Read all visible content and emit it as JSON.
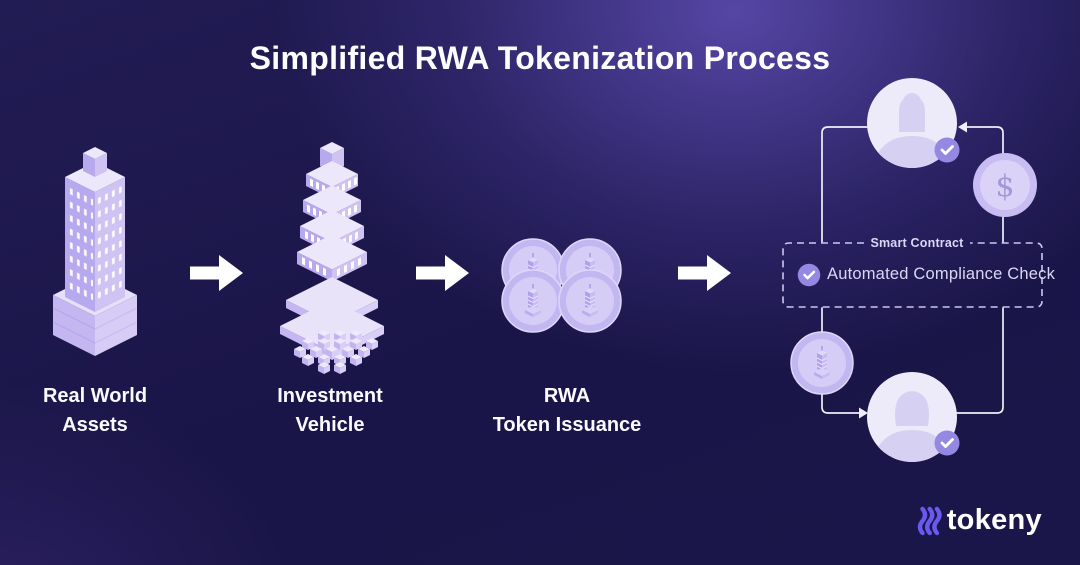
{
  "title": "Simplified RWA Tokenization Process",
  "steps": [
    {
      "id": "real-world-assets",
      "icon": "building-icon",
      "lines": [
        "Real World",
        "Assets"
      ]
    },
    {
      "id": "investment-vehicle",
      "icon": "layered-building-icon",
      "lines": [
        "Investment",
        "Vehicle"
      ]
    },
    {
      "id": "rwa-token-issuance",
      "icon": "token-coins-icon",
      "lines": [
        "RWA",
        "Token Issuance"
      ]
    }
  ],
  "flow_diagram": {
    "smart_contract_label": "Smart Contract",
    "compliance_check_text": "Automated Compliance Check",
    "dollar_symbol": "$",
    "nodes": [
      "issuer-avatar-icon",
      "dollar-coin-icon",
      "smart-contract-box",
      "token-coin-icon",
      "investor-avatar-icon"
    ],
    "badges": [
      "check-badge-icon",
      "check-badge-icon",
      "check-badge-icon"
    ]
  },
  "logo": {
    "text": "tokeny",
    "mark": "tokeny-waves-icon"
  },
  "colors": {
    "background_dark": "#1a1548",
    "background_glow": "#46388a",
    "icon_left_face": "#b7a9ee",
    "icon_right_face": "#cfc3f4",
    "icon_top_face": "#ece7fb",
    "coin_outer": "#c3b7f1",
    "coin_inner": "#d6cdf7",
    "badge_purple": "#9488e2",
    "line_light": "#f1eefb",
    "dashed_border": "#cdc5f0",
    "text_lavender": "#dcd6f6",
    "logo_purple": "#6a59ee",
    "text_white": "#ffffff"
  }
}
